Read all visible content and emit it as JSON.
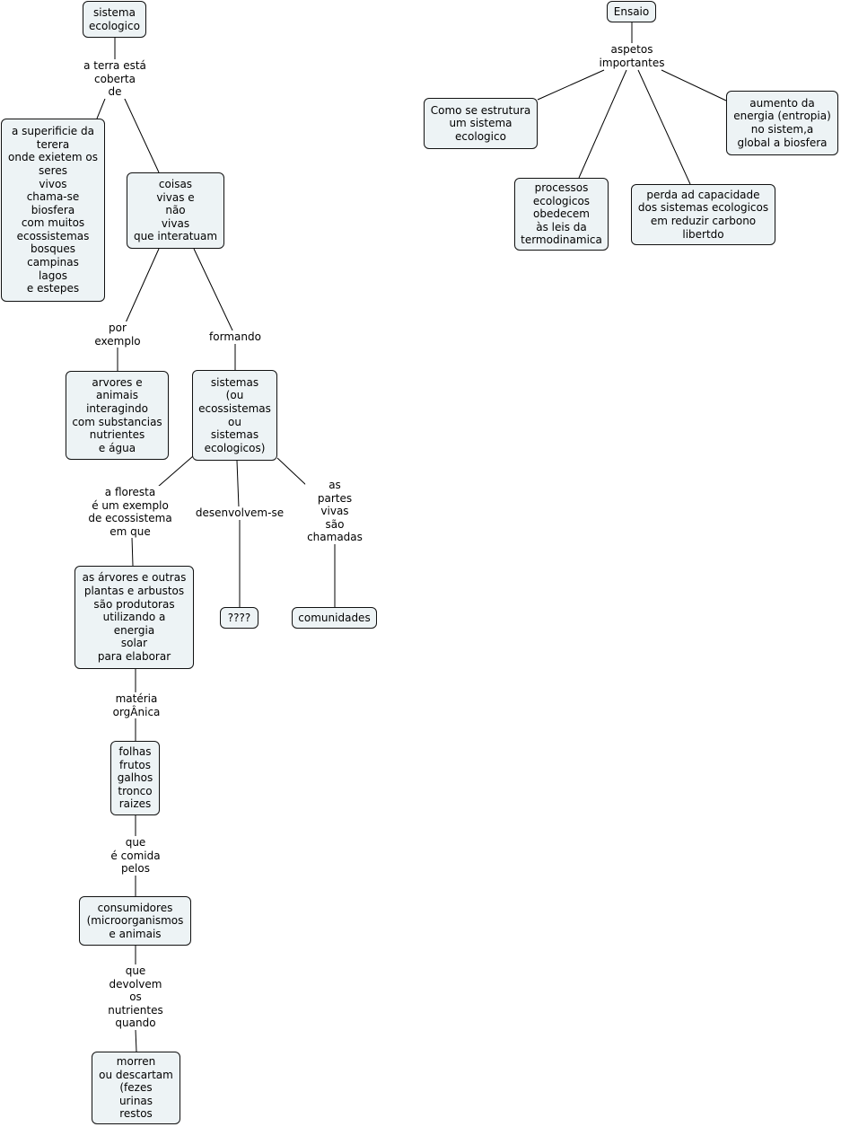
{
  "concepts": {
    "sistema_ecologico": "sistema\necologico",
    "superficie": "a superificie da\nterera\nonde exietem os\nseres\nvivos\nchama-se\nbiosfera\ncom muitos\necossistemas\nbosques\ncampinas\nlagos\ne estepes",
    "coisas_vivas": "coisas\nvivas e\nnão\nvivas\nque interatuam",
    "arvores_animais": "arvores e\nanimais\ninteragindo\ncom substancias\nnutrientes\ne água",
    "sistemas": "sistemas\n(ou\necossistemas\nou\nsistemas\necologicos)",
    "arvores_outras": "as árvores e outras\nplantas e arbustos\nsão produtoras\nutilizando a\nenergia\nsolar\npara elaborar",
    "interrogacao": "????",
    "comunidades": "comunidades",
    "folhas": "folhas\nfrutos\ngalhos\ntronco\nraizes",
    "consumidores": "consumidores\n(microorganismos\ne animais",
    "morren": "morren\nou descartam\n(fezes\nurinas\nrestos",
    "ensaio": "Ensaio",
    "estrutura": "Como se estrutura\num sistema\necologico",
    "processos": "processos\necologicos\nobedecem\nàs leis da\ntermodinamica",
    "perda": "perda ad capacidade\ndos sistemas ecologicos\nem reduzir carbono\nlibertdo",
    "aumento": "aumento da\nenergia (entropia)\nno sistem,a\nglobal a biosfera"
  },
  "linking_phrases": {
    "terra_coberta": "a terra está\ncoberta\nde",
    "por_exemplo": "por\nexemplo",
    "formando": "formando",
    "floresta": "a floresta\né um exemplo\nde ecossistema\nem que",
    "desenvolvem": "desenvolvem-se",
    "partes_vivas": "as\npartes\nvivas\nsão\nchamadas",
    "materia": "matéria\norgÂnica",
    "comida": "que\né comida\npelos",
    "devolvem": "que\ndevolvem\nos\nnutrientes\nquando",
    "aspetos": "aspetos\nimportantes"
  },
  "colors": {
    "node_fill": "#edf3f5",
    "node_border": "#111111",
    "line": "#000000"
  }
}
